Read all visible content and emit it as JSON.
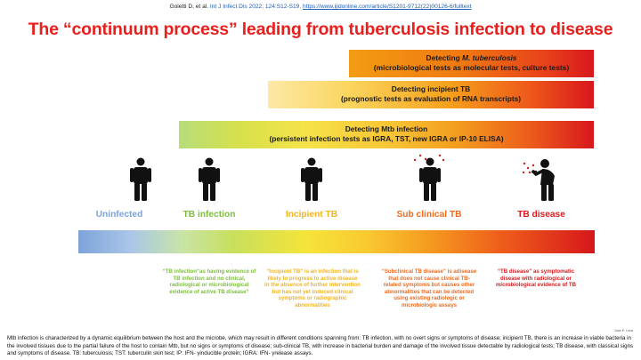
{
  "citation": {
    "authors": "Goletti D, et al.",
    "journal": "Int J Infect Dis 2022; 124:S12-S19.",
    "url": "https://www.ijidonline.com/article/S1201-9712(22)00126-6/fulltext"
  },
  "title": "The “continuum process” leading from tuberculosis infection to disease",
  "bands": [
    {
      "heading_pre": "Detecting ",
      "heading_em": "M. tuberculosis",
      "sub": "(microbiological tests as molecular tests, culture tests)"
    },
    {
      "heading": "Detecting incipient TB",
      "sub": "(prognostic tests as evaluation of RNA transcripts)"
    },
    {
      "heading": "Detecting Mtb infection",
      "sub": "(persistent infection tests as IGRA, TST, new IGRA or IP-10 ELISA)"
    }
  ],
  "stages": [
    {
      "label": "Uninfected",
      "color": "#7ea3da"
    },
    {
      "label": "TB infection",
      "color": "#7cbf3a"
    },
    {
      "label": "Incipient TB",
      "color": "#f2b51d"
    },
    {
      "label": "Sub clinical TB",
      "color": "#ef6a1d"
    },
    {
      "label": "TB disease",
      "color": "#d91b1f"
    }
  ],
  "descriptions": [
    {
      "text": "“TB infection”as having evidence of TB infection and no clinical, radiological or microbiological evidence of active TB disease”",
      "color": "#7cbf3a"
    },
    {
      "text": "“Incipient TB” is an infection that is likely to progress to active disease in the absence of further intervention but has not yet induced clinical symptoms or radiographic abnormalities",
      "color": "#f2b51d"
    },
    {
      "text": "“Subclinical TB disease” is adisease that does not cause clinical TB-related symptoms but causes other abnormalities that can be detected using existing radiologic or microbiologic assays",
      "color": "#ef6a1d"
    },
    {
      "text": "“TB disease” as symptomatic disease with radiological or microbiological evidence of TB",
      "color": "#d91b1f"
    }
  ],
  "footer": "Mtb infection is characterized by a dynamic equilibrium between the host and the microbe, which may result in different conditions spanning from: TB infection, with no overt signs or symptoms of disease; incipient TB, there is an increase in viable bacteria in the involved tissues due to the partial failure of the host to contain Mtb, but no signs or symptoms of disease; sub-clinical TB, with increase in bacterial burden and damage of the involved tissue detectable by radiological tests; TB disease, with classical signs and symptoms of disease. TB: tuberculosis; TST: tuberculin skin test; IP: IFN- γinducible protein; IGRA: IFN- γrelease assays.",
  "author": "Juan E. Losa"
}
